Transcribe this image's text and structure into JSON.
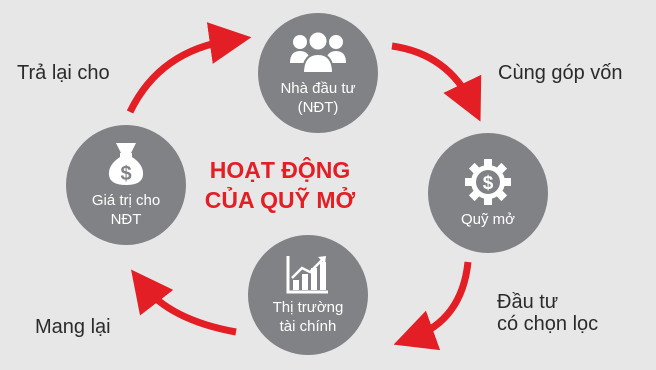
{
  "title": {
    "line1": "HOẠT ĐỘNG",
    "line2": "CỦA QUỸ MỞ"
  },
  "nodes": {
    "investor": {
      "icon": "people-icon",
      "line1": "Nhà đầu tư",
      "line2": "(NĐT)"
    },
    "fund": {
      "icon": "dollar-gear-icon",
      "line1": "Quỹ mở"
    },
    "market": {
      "icon": "bar-chart-icon",
      "line1": "Thị trường",
      "line2": "tài chính"
    },
    "value": {
      "icon": "money-bag-icon",
      "line1": "Giá trị cho",
      "line2": "NĐT"
    }
  },
  "edges": {
    "contribute": "Cùng góp vốn",
    "invest_line1": "Đầu tư",
    "invest_line2": "có chọn lọc",
    "bring": "Mang lại",
    "return": "Trả lại cho"
  },
  "colors": {
    "arrow": "#e31e24",
    "node": "#808285",
    "background": "#e7e7e8",
    "title": "#e31e24"
  }
}
